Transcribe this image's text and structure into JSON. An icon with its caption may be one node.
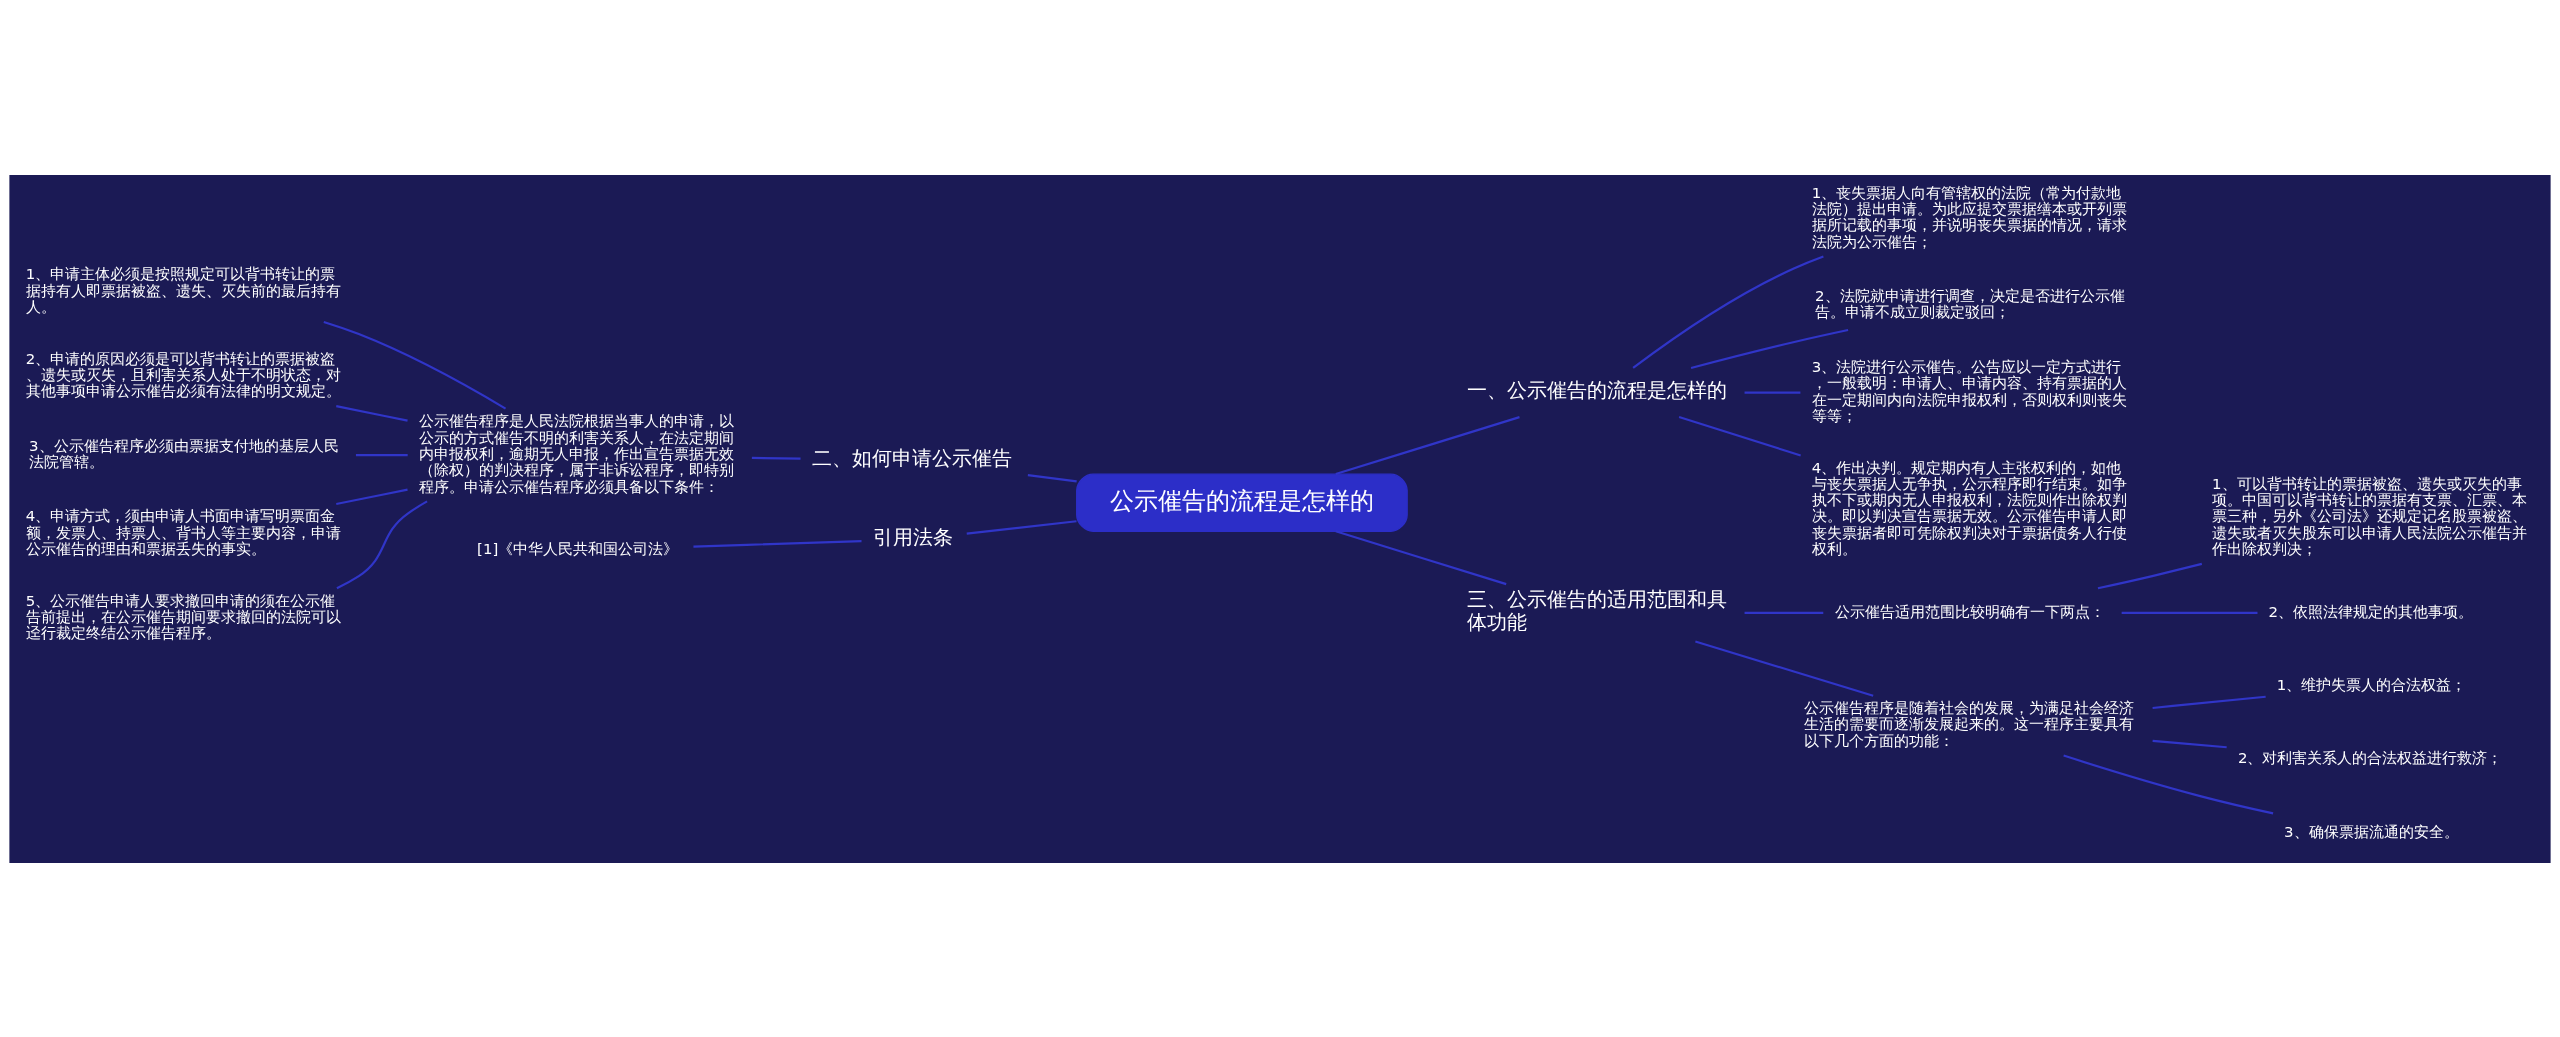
{
  "diagram": {
    "nodes": [
      {
        "text": [
          "公示催告的流程是怎样的"
        ]
      },
      {
        "text": [
          "一、公示催告的流程是怎样的"
        ]
      },
      {
        "text": [
          "1、丧失票据人向有管辖权的法院（常为付款地法院）提出申请。为此应提交票据缮本或开列票据所记载的事项，并说明丧失票据的情况，请求法院为公示催告；"
        ]
      },
      {
        "text": [
          "2、法院就申请进行调查，决定是否进行公示催告。申请不成立则裁定驳回；"
        ]
      },
      {
        "text": [
          "3、法院进行公示催告。公告应以一定方式进行，一般载明：申请人、申请内容、持有票据的人在一定期间内向法院申报权利，否则权利则丧失等等；"
        ]
      },
      {
        "text": [
          "4、作出决判。规定期内有人主张权利的，如他与丧失票据人无争执，公示程序即行结束。如争执不下或期内无人申报权利，法院则作出除权判决。即以判决宣告票据无效。公示催告申请人即丧失票据者即可凭除权判决对于票据债务人行使权利。"
        ]
      },
      {
        "text": [
          "二、如何申请公示催告"
        ]
      },
      {
        "text": [
          "公示催告程序是人民法院根据当事人的申请，以公示的方式催告不明的利害关系人，在法定期间内申报权利，逾期无人申报，作出宣告票据无效（除权）的判决程序，属于非诉讼程序，即特别程序。申请公示催告程序必须具备以下条件："
        ]
      },
      {
        "text": [
          "1、申请主体必须是按照规定可以背书转让的票据持有人即票据被盗、遗失、灭失前的最后持有人。"
        ]
      },
      {
        "text": [
          "2、申请的原因必须是可以背书转让的票据被盗、遗失或灭失，且利害关系人处于不明状态，对其他事项申请公示催告必须有法律的明文规定。"
        ]
      },
      {
        "text": [
          "3、公示催告程序必须由票据支付地的基层人民法院管辖。"
        ]
      },
      {
        "text": [
          "4、申请方式，须由申请人书面申请写明票面金额，发票人、持票人、背书人等主要内容，申请公示催告的理由和票据丢失的事实。"
        ]
      },
      {
        "text": [
          "5、公示催告申请人要求撤回申请的须在公示催告前提出，在公示催告期间要求撤回的法院可以迳行裁定终结公示催告程序。"
        ]
      },
      {
        "text": [
          "引用法条"
        ]
      },
      {
        "text": [
          "[1]《中华人民共和国公司法》"
        ]
      },
      {
        "text": [
          "三、公示催告的适用范围和具体功能"
        ]
      },
      {
        "text": [
          "公示催告适用范围比较明确有一下两点："
        ]
      },
      {
        "text": [
          "1、可以背书转让的票据被盗、遗失或灭失的事项。中国可以背书转让的票据有支票、汇票、本票三种，另外《公司法》还规定记名股票被盗、遗失或者灭失股东可以申请人民法院公示催告并作出除权判决；"
        ]
      },
      {
        "text": [
          "2、依照法律规定的其他事项。"
        ]
      },
      {
        "text": [
          "公示催告程序是随着社会的发展，为满足社会经济生活的需要而逐渐发展起来的。这一程序主要具有以下几个方面的功能："
        ]
      },
      {
        "text": [
          "1、维护失票人的合法权益；"
        ]
      },
      {
        "text": [
          "2、对利害关系人的合法权益进行救济；"
        ]
      },
      {
        "text": [
          "3、确保票据流通的安全。"
        ]
      }
    ],
    "edges": [
      {
        "from": 0,
        "to": 1,
        "arrow": "none"
      },
      {
        "from": 1,
        "to": 2,
        "arrow": "none"
      },
      {
        "from": 1,
        "to": 3,
        "arrow": "none"
      },
      {
        "from": 1,
        "to": 4,
        "arrow": "none"
      },
      {
        "from": 1,
        "to": 5,
        "arrow": "none"
      },
      {
        "from": 0,
        "to": 6,
        "arrow": "none"
      },
      {
        "from": 6,
        "to": 7,
        "arrow": "none"
      },
      {
        "from": 7,
        "to": 8,
        "arrow": "none"
      },
      {
        "from": 7,
        "to": 9,
        "arrow": "none"
      },
      {
        "from": 7,
        "to": 10,
        "arrow": "none"
      },
      {
        "from": 7,
        "to": 11,
        "arrow": "none"
      },
      {
        "from": 7,
        "to": 12,
        "arrow": "none"
      },
      {
        "from": 0,
        "to": 13,
        "arrow": "none"
      },
      {
        "from": 13,
        "to": 14,
        "arrow": "none"
      },
      {
        "from": 0,
        "to": 15,
        "arrow": "none"
      },
      {
        "from": 15,
        "to": 16,
        "arrow": "none"
      },
      {
        "from": 16,
        "to": 17,
        "arrow": "none"
      },
      {
        "from": 16,
        "to": 18,
        "arrow": "none"
      },
      {
        "from": 15,
        "to": 19,
        "arrow": "none"
      },
      {
        "from": 19,
        "to": 20,
        "arrow": "none"
      },
      {
        "from": 19,
        "to": 21,
        "arrow": "none"
      },
      {
        "from": 19,
        "to": 22,
        "arrow": "none"
      }
    ]
  }
}
